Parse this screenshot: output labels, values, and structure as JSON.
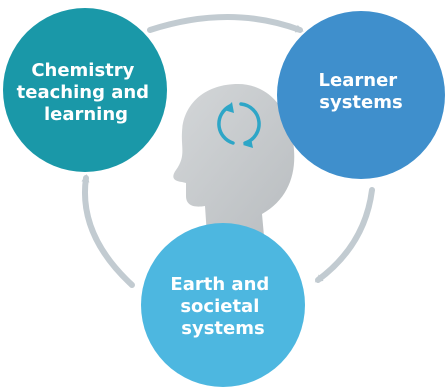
{
  "nodes": {
    "chemistry": {
      "lines": [
        "Chemistry",
        "teaching and",
        "learning"
      ],
      "color": "#1a98a8"
    },
    "learner": {
      "lines": [
        "Learner",
        "systems"
      ],
      "color": "#3f8fcc"
    },
    "earth": {
      "lines": [
        "Earth and",
        "societal",
        "systems"
      ],
      "color": "#4db7e0"
    }
  },
  "colors": {
    "cycle_arrow": "#c2cbd1",
    "head": "#c9ccce",
    "cycle_icon": "#2ea6c7",
    "background": "#ffffff"
  },
  "icons": {
    "center": "human-head-with-cycle-icon"
  }
}
